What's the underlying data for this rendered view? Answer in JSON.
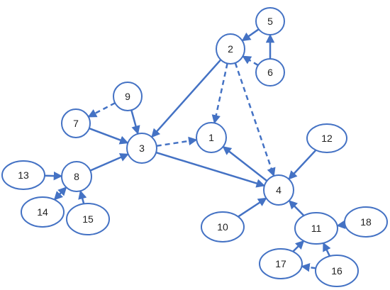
{
  "colors": {
    "stroke": "#4472C4",
    "fill": "#ffffff",
    "text": "#222222"
  },
  "nodes": [
    {
      "id": "1",
      "label": "1"
    },
    {
      "id": "2",
      "label": "2"
    },
    {
      "id": "3",
      "label": "3"
    },
    {
      "id": "4",
      "label": "4"
    },
    {
      "id": "5",
      "label": "5"
    },
    {
      "id": "6",
      "label": "6"
    },
    {
      "id": "7",
      "label": "7"
    },
    {
      "id": "8",
      "label": "8"
    },
    {
      "id": "9",
      "label": "9"
    },
    {
      "id": "10",
      "label": "10"
    },
    {
      "id": "11",
      "label": "11"
    },
    {
      "id": "12",
      "label": "12"
    },
    {
      "id": "13",
      "label": "13"
    },
    {
      "id": "14",
      "label": "14"
    },
    {
      "id": "15",
      "label": "15"
    },
    {
      "id": "16",
      "label": "16"
    },
    {
      "id": "17",
      "label": "17"
    },
    {
      "id": "18",
      "label": "18"
    }
  ],
  "edges": [
    {
      "from": "5",
      "to": "2",
      "style": "solid"
    },
    {
      "from": "6",
      "to": "5",
      "style": "solid"
    },
    {
      "from": "6",
      "to": "2",
      "style": "dashed"
    },
    {
      "from": "2",
      "to": "3",
      "style": "solid"
    },
    {
      "from": "2",
      "to": "1",
      "style": "dashed"
    },
    {
      "from": "2",
      "to": "4",
      "style": "dashed"
    },
    {
      "from": "9",
      "to": "7",
      "style": "dashed"
    },
    {
      "from": "9",
      "to": "3",
      "style": "solid"
    },
    {
      "from": "7",
      "to": "3",
      "style": "solid"
    },
    {
      "from": "8",
      "to": "3",
      "style": "solid"
    },
    {
      "from": "3",
      "to": "1",
      "style": "dashed"
    },
    {
      "from": "3",
      "to": "4",
      "style": "solid"
    },
    {
      "from": "4",
      "to": "1",
      "style": "solid"
    },
    {
      "from": "12",
      "to": "4",
      "style": "solid"
    },
    {
      "from": "10",
      "to": "4",
      "style": "solid"
    },
    {
      "from": "11",
      "to": "4",
      "style": "solid"
    },
    {
      "from": "18",
      "to": "11",
      "style": "solid"
    },
    {
      "from": "16",
      "to": "11",
      "style": "solid"
    },
    {
      "from": "16",
      "to": "17",
      "style": "dashed"
    },
    {
      "from": "17",
      "to": "11",
      "style": "solid"
    },
    {
      "from": "13",
      "to": "8",
      "style": "solid"
    },
    {
      "from": "14",
      "to": "8",
      "style": "dashed"
    },
    {
      "from": "15",
      "to": "8",
      "style": "solid"
    },
    {
      "from": "8",
      "to": "14",
      "style": "dashed"
    }
  ]
}
